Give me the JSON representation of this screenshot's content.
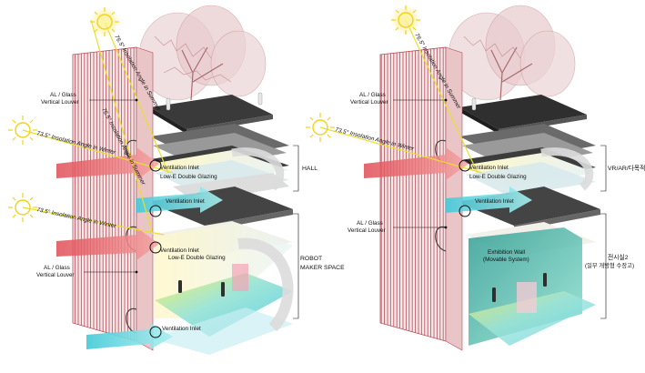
{
  "colors": {
    "louver": "#b94a55",
    "sun": "#f3d21a",
    "heat_arrow": "#e26060",
    "cool_arrow": "#59d8e3",
    "ray": "#e9e23a",
    "tree": "#c78a8c",
    "exhibit": "#3fb8a0"
  },
  "left": {
    "annotations": {
      "louver_top": [
        "AL / Glass",
        "Vertical Louver"
      ],
      "louver_bottom": [
        "AL / Glass",
        "Vertical Louver"
      ],
      "vent_inlet_1": "Ventilation Inlet",
      "lowe_1": "Low-E Double Glazing",
      "vent_inlet_2": "Ventilation Inlet",
      "vent_inlet_3": "Ventilation Inlet",
      "lowe_2": "Low-E Double Glazing",
      "vent_inlet_4": "Ventilation Inlet",
      "hall": "HALL",
      "robot": [
        "ROBOT",
        "MAKER SPACE"
      ]
    },
    "angles": {
      "summer_upper": "76.5° Insolation Angle in Summer",
      "summer_lower": "76.5° Insolation Angle in Summer",
      "winter_upper": "73.5° Insolation Angle in Winter",
      "winter_lower": "73.5° Insolation Angle in Winter"
    }
  },
  "right": {
    "annotations": {
      "louver_top": [
        "AL / Glass",
        "Vertical Louver"
      ],
      "louver_bottom": [
        "AL / Glass",
        "Vertical Louver"
      ],
      "vent_inlet_1": "Ventilation Inlet",
      "lowe_1": "Low-E Double Glazing",
      "vent_inlet_2": "Ventilation Inlet",
      "vr": "VR/AR/다목적룸",
      "exhibit_wall": [
        "Exhibition Wall",
        "(Movable System)"
      ],
      "gallery": [
        "전시실2",
        "(일부 개방형 수장고)"
      ]
    },
    "angles": {
      "summer": "76.5° Insolation Angle in Summer",
      "winter": "73.5° Insolation Angle in Winter"
    }
  }
}
